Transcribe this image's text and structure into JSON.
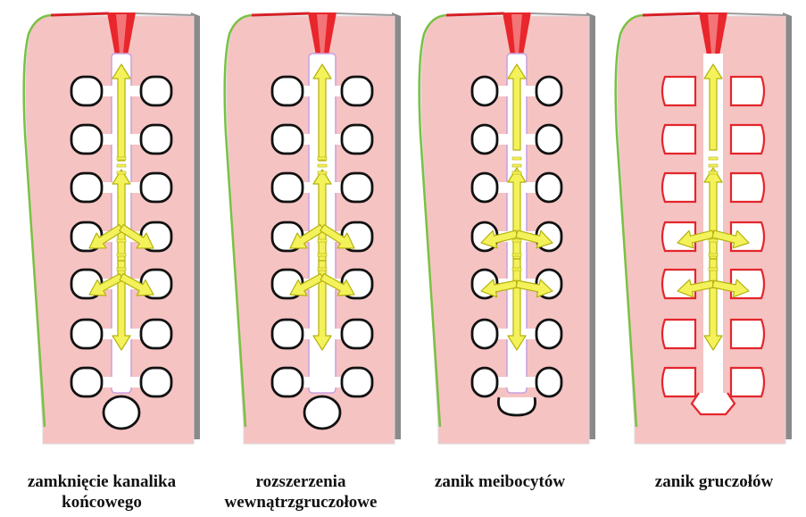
{
  "panels": [
    {
      "id": "p1",
      "caption": "zamknięcie kanalika końcowego",
      "variant": "closure"
    },
    {
      "id": "p2",
      "caption": "rozszerzenia wewnątrzgruczołowe",
      "variant": "dilation"
    },
    {
      "id": "p3",
      "caption": "zanik meibocytów",
      "variant": "atrophy-cells"
    },
    {
      "id": "p4",
      "caption": "zanik gruczołów",
      "variant": "atrophy-gland"
    }
  ],
  "colors": {
    "tissue": "#f6c3c3",
    "tissue_edge": "#d9d9d9",
    "mucosa_line": "#7ac143",
    "top_line": "#d62027",
    "orifice": "#e8262b",
    "duct": "#ffffff",
    "duct_border": "#c9a0e0",
    "acinus_border": "#111111",
    "acinus_border_atrophy": "#e3262b",
    "arrow_fill": "#f4f25a",
    "arrow_stroke": "#b4b10d",
    "shadow": "#8a8a8a"
  },
  "icons": [
    "arrow-up-icon",
    "arrow-down-icon",
    "arrow-diagonal-icon"
  ]
}
